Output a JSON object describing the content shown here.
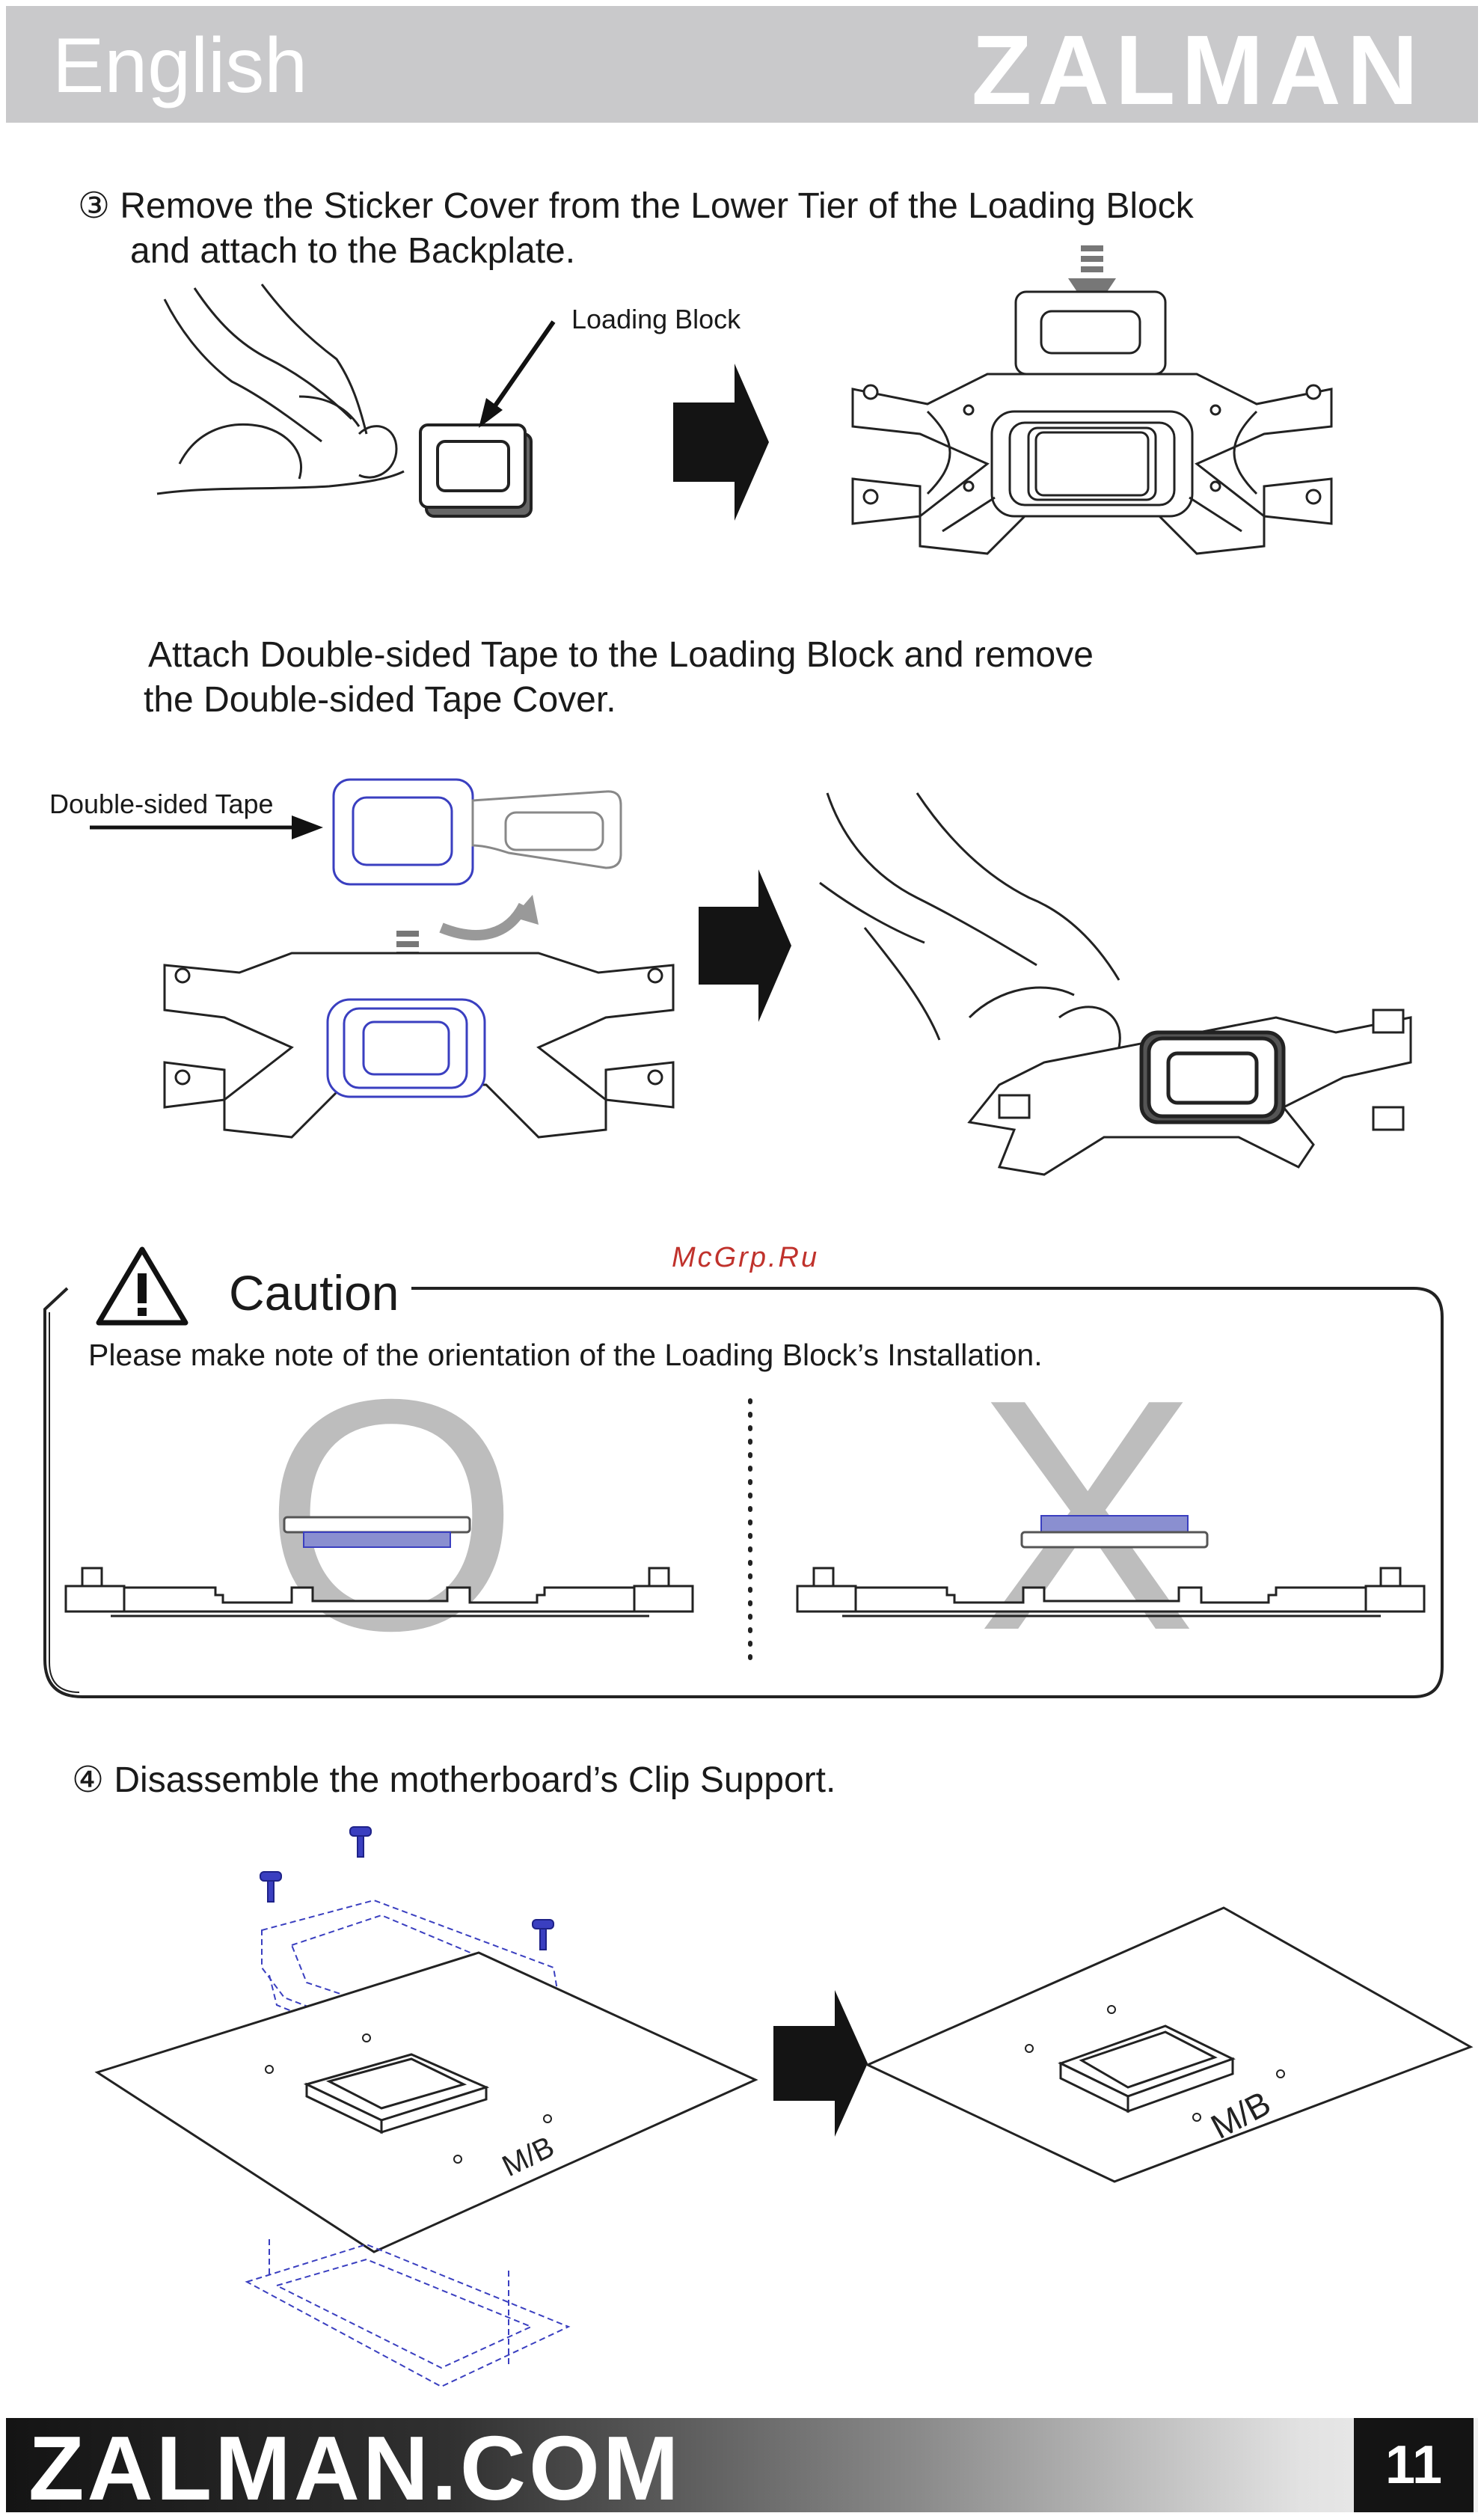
{
  "header": {
    "language": "English",
    "brand": "ZALMAN"
  },
  "step3": {
    "line1": "③ Remove the Sticker Cover from the Lower Tier of the Loading Block",
    "line2": "and attach to the Backplate.",
    "label_loading_block": "Loading Block"
  },
  "tape_step": {
    "line1": "Attach Double-sided Tape to the Loading Block and remove",
    "line2": "the Double-sided Tape Cover.",
    "label_tape": "Double-sided Tape"
  },
  "watermark": "McGrp.Ru",
  "caution": {
    "title": "Caution",
    "text": "Please make note of the orientation of the Loading Block’s Installation.",
    "correct_mark": "O",
    "wrong_mark": "X"
  },
  "step4": {
    "line1": "④ Disassemble the motherboard’s Clip Support.",
    "mb_label": "M/B"
  },
  "footer": {
    "site": "ZALMAN.COM",
    "page": "11"
  },
  "colors": {
    "header_bg": "#c9c9cb",
    "accent_blue": "#3a3fc0",
    "tape_fill": "#8a8fd0",
    "mark_gray": "#bdbdbd"
  }
}
